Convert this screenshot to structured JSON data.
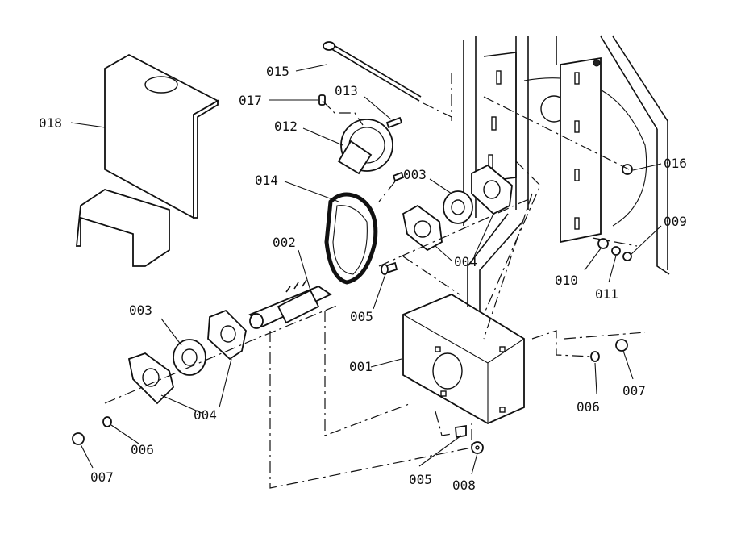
{
  "diagram": {
    "labels": {
      "p001": "001",
      "p002": "002",
      "p003a": "003",
      "p003b": "003",
      "p004a": "004",
      "p004b": "004",
      "p005a": "005",
      "p005b": "005",
      "p006a": "006",
      "p006b": "006",
      "p007a": "007",
      "p007b": "007",
      "p008": "008",
      "p009": "009",
      "p010": "010",
      "p011": "011",
      "p012": "012",
      "p013": "013",
      "p014": "014",
      "p015": "015",
      "p016": "016",
      "p017": "017",
      "p018": "018"
    }
  }
}
